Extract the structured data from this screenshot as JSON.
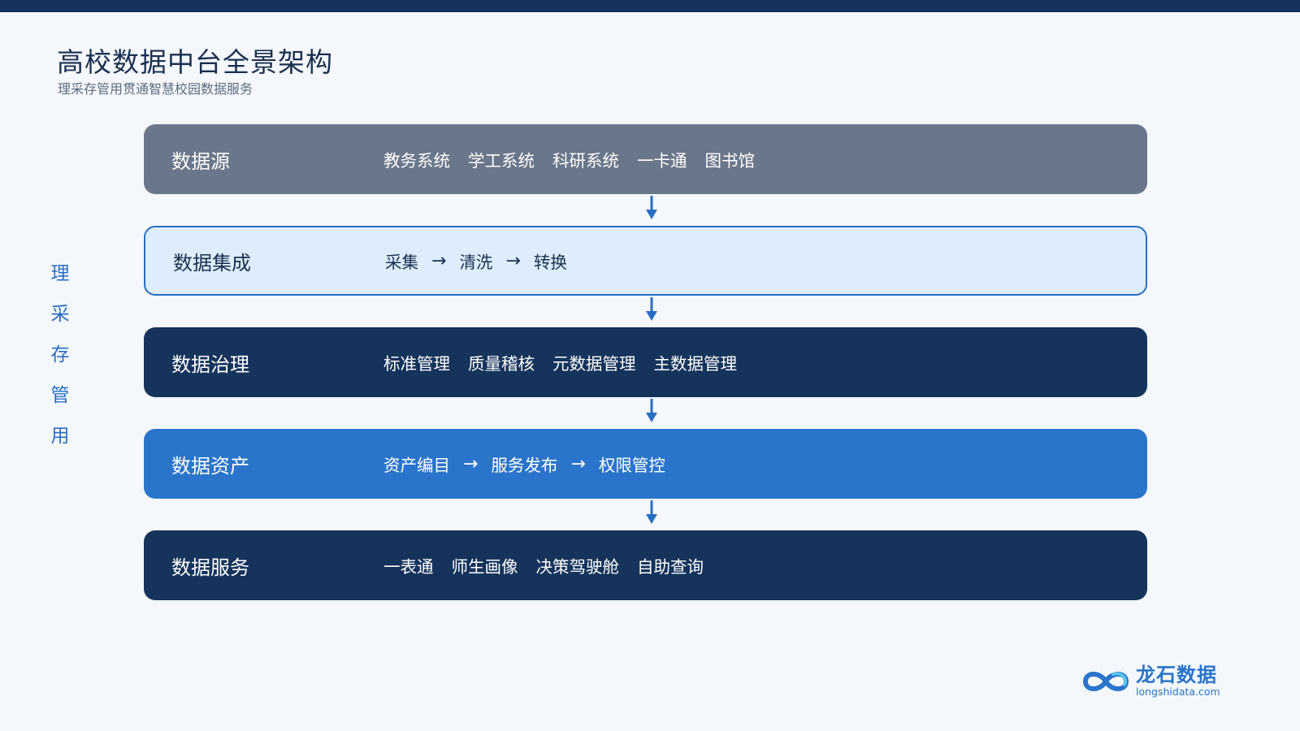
{
  "header": {
    "title": "高校数据中台全景架构",
    "subtitle": "理采存管用贯通智慧校园数据服务"
  },
  "side_label": [
    "理",
    "采",
    "存",
    "管",
    "用"
  ],
  "layers": [
    {
      "name": "数据源",
      "style": "gray",
      "items": [
        "教务系统",
        "学工系统",
        "科研系统",
        "一卡通",
        "图书馆"
      ]
    },
    {
      "name": "数据集成",
      "style": "light",
      "items": [
        "采集",
        "→",
        "清洗",
        "→",
        "转换"
      ]
    },
    {
      "name": "数据治理",
      "style": "navy",
      "items": [
        "标准管理",
        "质量稽核",
        "元数据管理",
        "主数据管理"
      ]
    },
    {
      "name": "数据资产",
      "style": "blue",
      "items": [
        "资产编目",
        "→",
        "服务发布",
        "→",
        "权限管控"
      ]
    },
    {
      "name": "数据服务",
      "style": "navy",
      "items": [
        "一表通",
        "师生画像",
        "决策驾驶舱",
        "自助查询"
      ]
    }
  ],
  "logo": {
    "icon": "infinity-loop-icon",
    "name": "龙石数据",
    "url": "longshidata.com"
  },
  "colors": {
    "top_bar": "#16325a",
    "accent": "#2a6ec2",
    "gray_layer": "#6a778a",
    "light_layer": "#ddedfc",
    "navy_layer": "#16335c",
    "blue_layer": "#2a75cb",
    "connector": "#2a6ec2"
  }
}
